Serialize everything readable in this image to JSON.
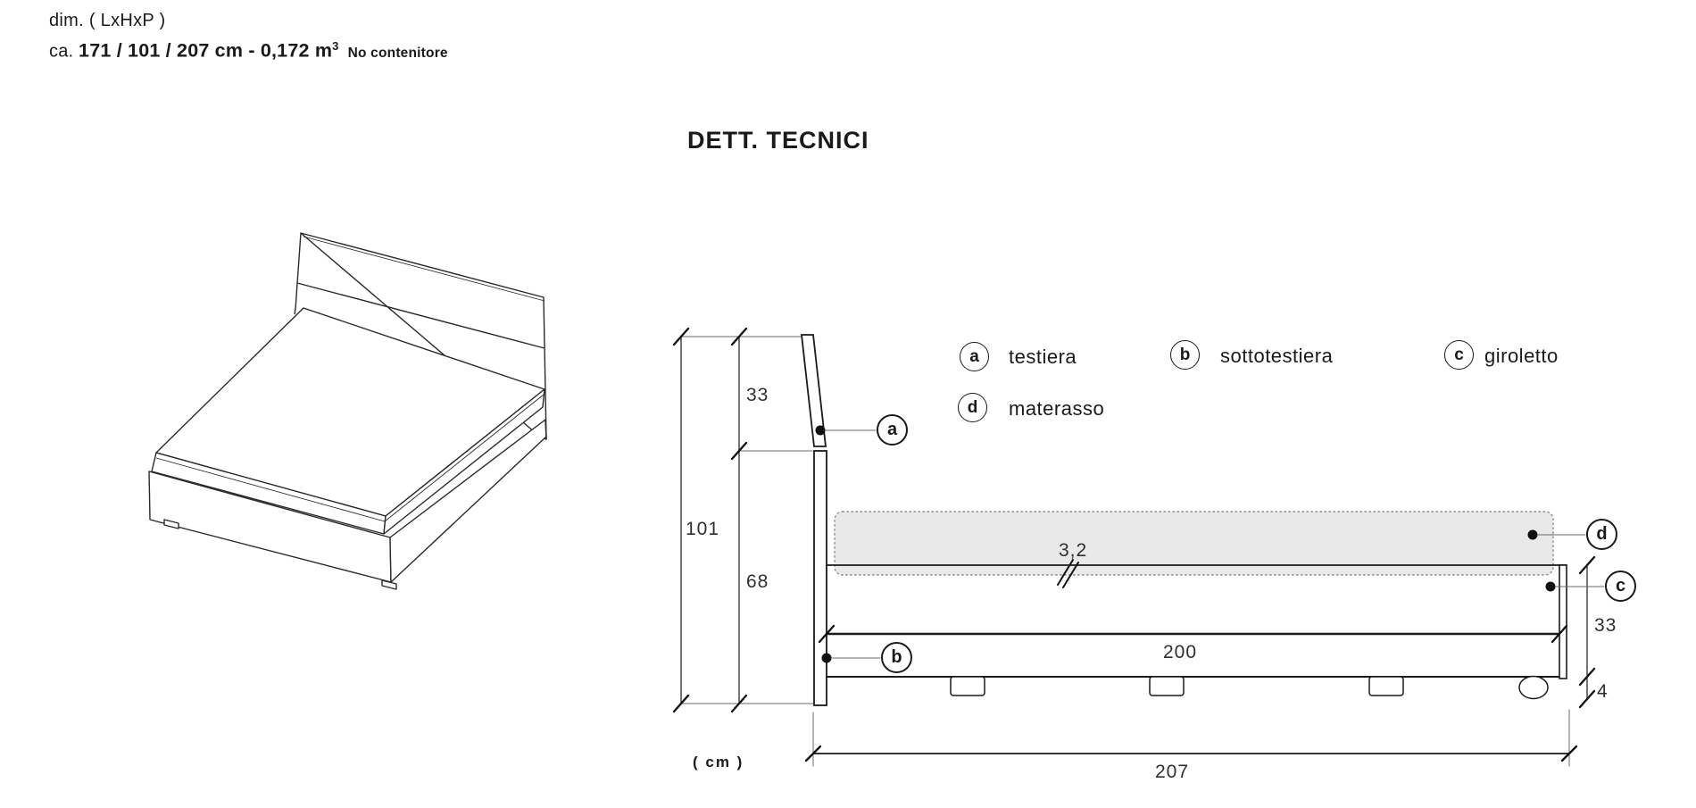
{
  "header": {
    "line1": "dim. ( LxHxP )",
    "line2_prefix": "ca.",
    "line2_bold": "171 / 101 / 207 cm - 0,172 m",
    "line2_sup": "3",
    "line2_note": "No contenitore"
  },
  "title": "DETT. TECNICI",
  "unit_label": "( cm )",
  "legend": {
    "items": [
      {
        "key": "a",
        "label": "testiera"
      },
      {
        "key": "b",
        "label": "sottotestiera"
      },
      {
        "key": "c",
        "label": "giroletto"
      },
      {
        "key": "d",
        "label": "materasso"
      }
    ]
  },
  "dimensions": {
    "headboard_above_cm": "33",
    "total_height_cm": "101",
    "under_headboard_cm": "68",
    "mattress_inset_cm": "3,2",
    "inner_length_cm": "200",
    "frame_side_height_cm": "33",
    "feet_height_cm": "4",
    "total_depth_cm": "207"
  },
  "colors": {
    "line": "#1a1a1a",
    "mattress_fill": "#e9e9e9",
    "mattress_border": "#8c8c8c"
  }
}
